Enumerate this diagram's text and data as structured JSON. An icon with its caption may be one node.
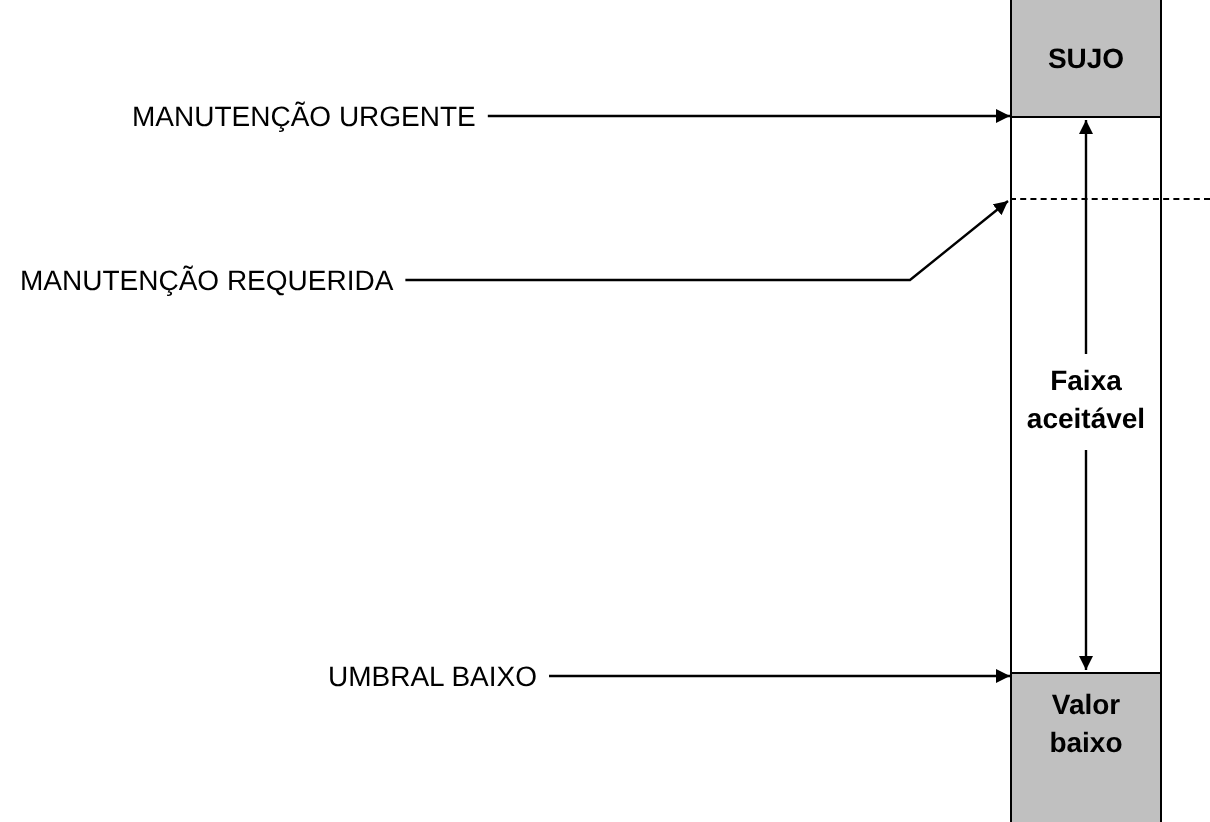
{
  "diagram": {
    "nodes": [
      {
        "text": [],
        "shape": "bar"
      },
      {
        "text": [
          "SUJO"
        ],
        "in": 0
      },
      {
        "text": [
          "Faixa aceitável"
        ],
        "in": 0
      },
      {
        "text": [
          "Valor baixo"
        ],
        "in": 0
      },
      {
        "text": [
          "MANUTENÇÃO URGENTE"
        ]
      },
      {
        "text": [
          "MANUTENÇÃO REQUERIDA"
        ]
      },
      {
        "text": [
          "UMBRAL BAIXO"
        ]
      },
      {
        "text": [],
        "shape": "line"
      }
    ],
    "edges": [
      {
        "from": 2,
        "to": 1,
        "arrow": "to"
      },
      {
        "from": 2,
        "to": 3,
        "arrow": "to"
      },
      {
        "from": 4,
        "to": 1,
        "arrow": "to"
      },
      {
        "from": 5,
        "to": 7,
        "arrow": "to"
      },
      {
        "from": 6,
        "to": 3,
        "arrow": "to"
      }
    ]
  }
}
